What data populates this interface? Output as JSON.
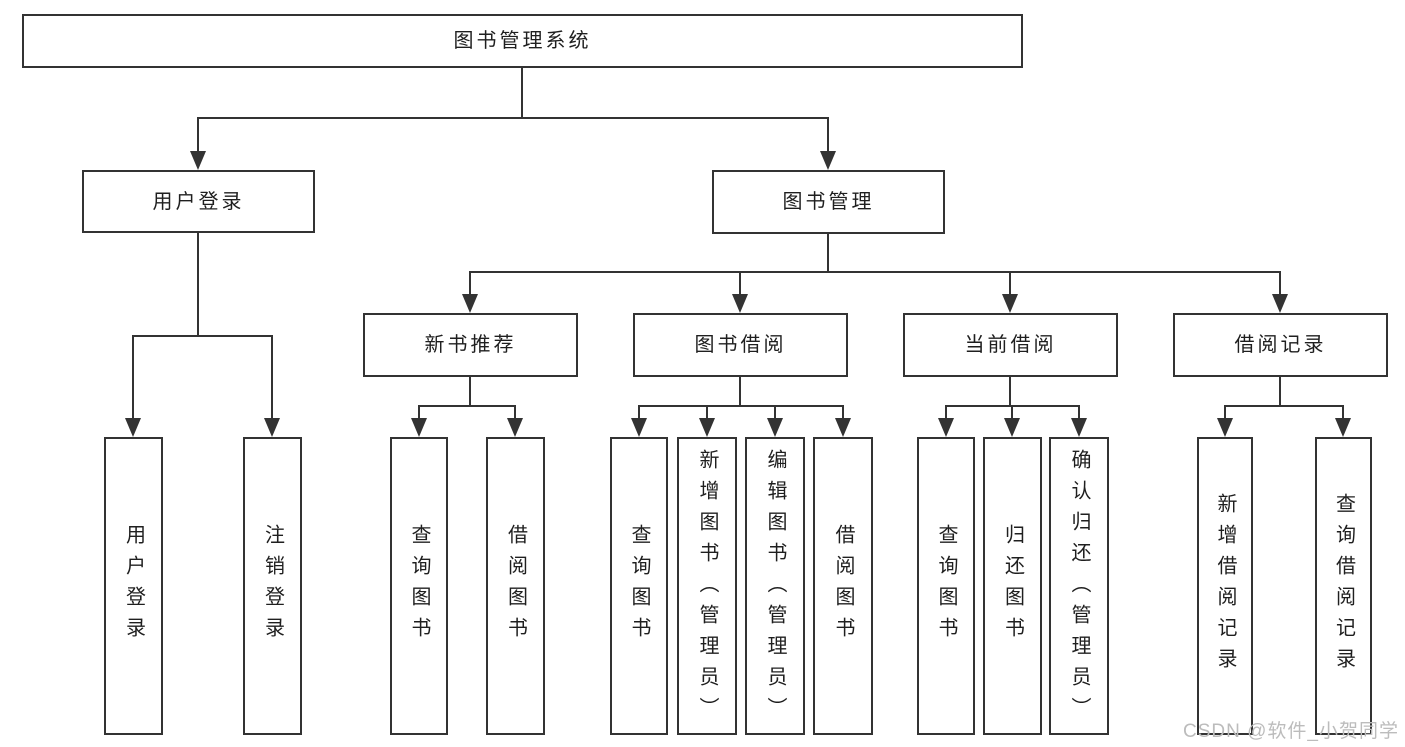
{
  "diagram": {
    "root": {
      "label": "图书管理系统"
    },
    "level2": [
      {
        "label": "用户登录"
      },
      {
        "label": "图书管理"
      }
    ],
    "level3": [
      {
        "label": "新书推荐"
      },
      {
        "label": "图书借阅"
      },
      {
        "label": "当前借阅"
      },
      {
        "label": "借阅记录"
      }
    ],
    "leaves": [
      {
        "label": "用户登录"
      },
      {
        "label": "注销登录"
      },
      {
        "label": "查询图书"
      },
      {
        "label": "借阅图书"
      },
      {
        "label": "查询图书"
      },
      {
        "label": "新增图书（管理员）"
      },
      {
        "label": "编辑图书（管理员）"
      },
      {
        "label": "借阅图书"
      },
      {
        "label": "查询图书"
      },
      {
        "label": "归还图书"
      },
      {
        "label": "确认归还（管理员）"
      },
      {
        "label": "新增借阅记录"
      },
      {
        "label": "查询借阅记录"
      }
    ],
    "watermark": "CSDN @软件_小贺同学",
    "colors": {
      "line": "#333333",
      "text": "#1f1f1f",
      "watermark": "#bcbcbc",
      "background": "#ffffff"
    }
  }
}
